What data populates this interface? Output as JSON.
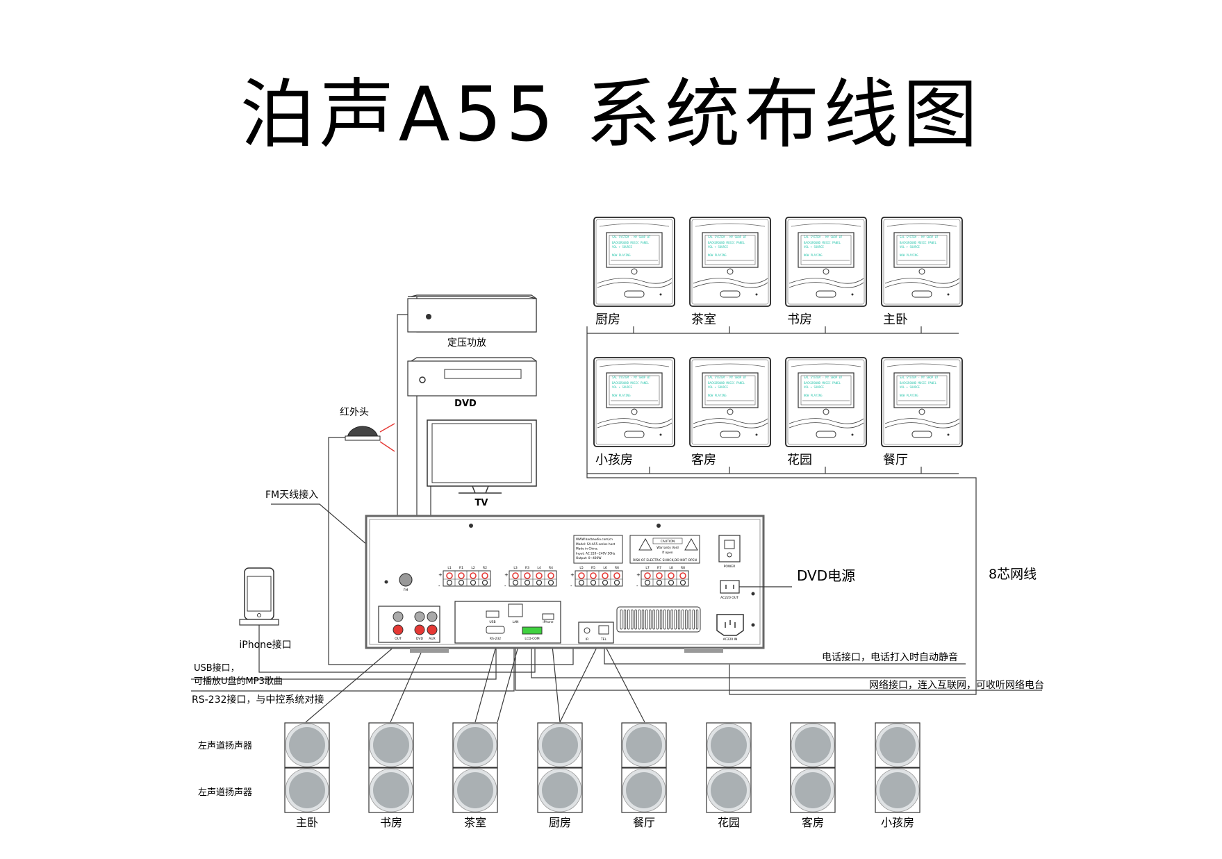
{
  "title": "泊声A55 系统布线图",
  "panels_top": [
    "厨房",
    "茶室",
    "书房",
    "主卧"
  ],
  "panels_bottom": [
    "小孩房",
    "客房",
    "花园",
    "餐厅"
  ],
  "devices": {
    "amp": "定压功放",
    "dvd": "DVD",
    "tv": "TV",
    "ir": "红外头",
    "fm": "FM天线接入",
    "iphone": "iPhone接口",
    "dvd_power": "DVD电源",
    "net8": "8芯网线"
  },
  "annotations": {
    "usb": [
      "USB接口，",
      "可播放U盘的MP3歌曲"
    ],
    "rs232": "RS-232接口，与中控系统对接",
    "tel": "电话接口，电话打入时自动静音",
    "lan": "网络接口，连入互联网，可收听网络电台"
  },
  "speaker_row_labels": [
    "左声道扬声器",
    "左声道扬声器"
  ],
  "speaker_rooms": [
    "主卧",
    "书房",
    "茶室",
    "厨房",
    "餐厅",
    "花园",
    "客房",
    "小孩房"
  ],
  "host": {
    "label_box": [
      "WWW.bacbaudio.com/cn",
      "Model: SA-A55-series host",
      "Made in China.",
      "Input: AC 220~240V  50Hz",
      "Output: 0~400W"
    ],
    "caution": [
      "CAUTION",
      "Warranty Void",
      "If open",
      "RISK OF ELECTRIC SHOCK,DO NOT OPEN"
    ],
    "power": "POWER",
    "ac_out": "AC220 OUT",
    "ac_in": "AC220 IN",
    "ports": {
      "fm": "FM",
      "out": "OUT",
      "dvd": "DVD",
      "aux": "AUX",
      "usb": "USB",
      "lan": "LAN",
      "rs232": "RS-232",
      "lcd": "LCD-COM",
      "iphone": "iPhone",
      "ir": "IR",
      "tel": "TEL"
    },
    "zone_labels": [
      [
        "L1",
        "R1",
        "L2",
        "R2"
      ],
      [
        "L3",
        "R3",
        "L4",
        "R4"
      ],
      [
        "L5",
        "R5",
        "L6",
        "R6"
      ],
      [
        "L7",
        "R7",
        "L8",
        "R8"
      ]
    ]
  },
  "panel_screen_text": [
    "SAL SYSTEM  -  MY SHOP 07",
    "BACKGROUND MUSIC PANEL",
    "VOL  +  SOURCE",
    "NOW PLAYING"
  ],
  "colors": {
    "screen_text": "#33c8b0",
    "ir_ray": "#e53935",
    "lcd_port": "#3fd13f",
    "speaker_cone": "#aab0b3",
    "line": "#3a3a3a"
  }
}
